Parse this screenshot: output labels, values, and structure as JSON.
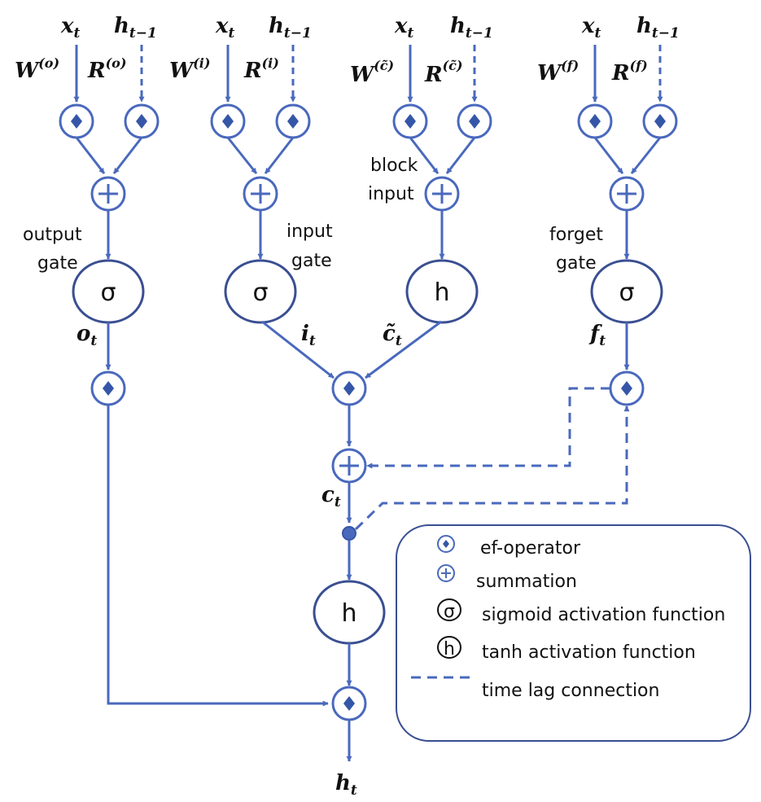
{
  "colors": {
    "line": "#4a69bd",
    "fill": "#dfe7f5",
    "diamond": "#3556a8",
    "text": "#111111",
    "legend_border": "#3a4f92"
  },
  "inputs": {
    "output": {
      "x": "x",
      "x_sub": "t",
      "h": "h",
      "h_sub": "t−1",
      "W": "W",
      "W_sup": "(o)",
      "R": "R",
      "R_sup": "(o)"
    },
    "input": {
      "x": "x",
      "x_sub": "t",
      "h": "h",
      "h_sub": "t−1",
      "W": "W",
      "W_sup": "(i)",
      "R": "R",
      "R_sup": "(i)"
    },
    "block": {
      "x": "x",
      "x_sub": "t",
      "h": "h",
      "h_sub": "t−1",
      "W": "W",
      "W_sup": "(c̃)",
      "R": "R",
      "R_sup": "(c̃)"
    },
    "forget": {
      "x": "x",
      "x_sub": "t",
      "h": "h",
      "h_sub": "t−1",
      "W": "W",
      "W_sup": "(f)",
      "R": "R",
      "R_sup": "(f)"
    }
  },
  "labels": {
    "output_gate_1": "output",
    "output_gate_2": "gate",
    "input_gate_1": "input",
    "input_gate_2": "gate",
    "block_input_1": "block",
    "block_input_2": "input",
    "forget_gate_1": "forget",
    "forget_gate_2": "gate"
  },
  "nodes": {
    "sigma": "σ",
    "h": "h"
  },
  "variables": {
    "o": "o",
    "o_sub": "t",
    "i": "i",
    "i_sub": "t",
    "c_tilde": "c̃",
    "c_tilde_sub": "t",
    "f": "f",
    "f_sub": "t",
    "c": "c",
    "c_sub": "t",
    "h_out": "h",
    "h_out_sub": "t"
  },
  "legend": {
    "ef_operator": "ef-operator",
    "summation": "summation",
    "sigmoid": "sigmoid activation function",
    "sigmoid_symbol": "σ",
    "tanh": "tanh activation function",
    "tanh_symbol": "h",
    "time_lag": "time lag connection"
  }
}
